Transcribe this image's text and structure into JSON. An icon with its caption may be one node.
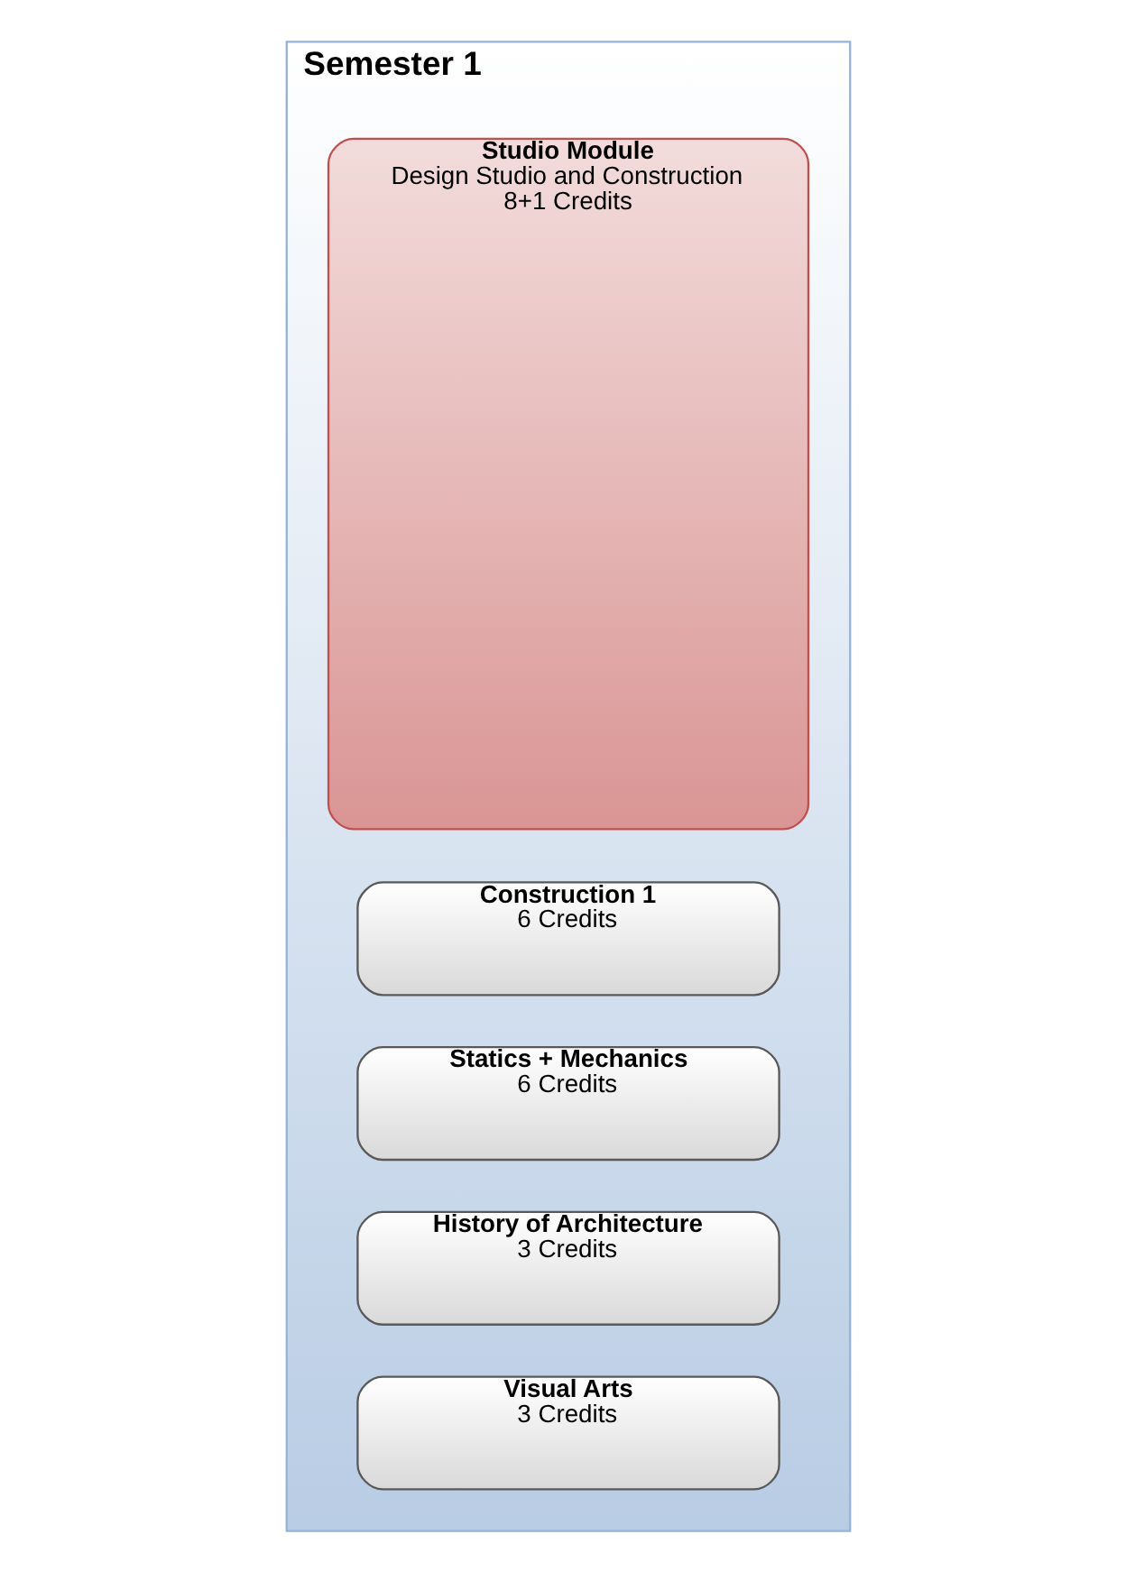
{
  "diagram": {
    "nodes": [
      {
        "text": [
          "Semester 1"
        ]
      },
      {
        "text": [
          "Studio Module",
          "Design Studio and Construction",
          "8+1 Credits"
        ],
        "in": 0
      },
      {
        "text": [
          "Construction 1",
          "6 Credits"
        ],
        "in": 0
      },
      {
        "text": [
          "Statics + Mechanics",
          "6 Credits"
        ],
        "in": 0
      },
      {
        "text": [
          "History of Architecture",
          "3 Credits"
        ],
        "in": 0
      },
      {
        "text": [
          "Visual Arts",
          "3 Credits"
        ],
        "in": 0
      }
    ]
  }
}
